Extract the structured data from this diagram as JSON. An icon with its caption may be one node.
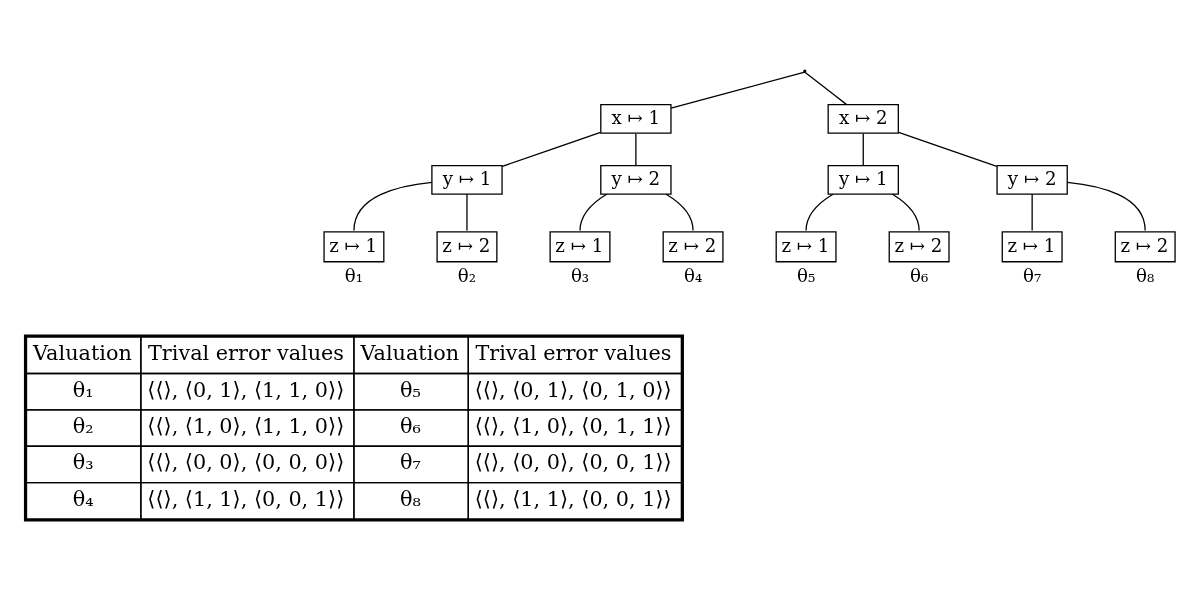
{
  "diagram": {
    "nodes": [
      {
        "text": [],
        "shape": "point"
      },
      {
        "text": [
          "x ↦ 1"
        ]
      },
      {
        "text": [
          "y ↦ 1"
        ]
      },
      {
        "text": [
          "z ↦ 1"
        ],
        "beside": [
          "θ₁"
        ]
      },
      {
        "text": [
          "z ↦ 2"
        ],
        "beside": [
          "θ₂"
        ]
      },
      {
        "text": [
          "y ↦ 2"
        ]
      },
      {
        "text": [
          "z ↦ 1"
        ],
        "beside": [
          "θ₃"
        ]
      },
      {
        "text": [
          "z ↦ 2"
        ],
        "beside": [
          "θ₄"
        ]
      },
      {
        "text": [
          "x ↦ 2"
        ]
      },
      {
        "text": [
          "y ↦ 1"
        ]
      },
      {
        "text": [
          "z ↦ 1"
        ],
        "beside": [
          "θ₅"
        ]
      },
      {
        "text": [
          "z ↦ 2"
        ],
        "beside": [
          "θ₆"
        ]
      },
      {
        "text": [
          "y ↦ 2"
        ]
      },
      {
        "text": [
          "z ↦ 1"
        ],
        "beside": [
          "θ₇"
        ]
      },
      {
        "text": [
          "z ↦ 2"
        ],
        "beside": [
          "θ₈"
        ]
      }
    ],
    "edges": [
      {
        "from": 0,
        "to": 1,
        "arrow": "none"
      },
      {
        "from": 0,
        "to": 8,
        "arrow": "none"
      },
      {
        "from": 1,
        "to": 2,
        "arrow": "none"
      },
      {
        "from": 1,
        "to": 5,
        "arrow": "none"
      },
      {
        "from": 2,
        "to": 3,
        "arrow": "none"
      },
      {
        "from": 2,
        "to": 4,
        "arrow": "none"
      },
      {
        "from": 5,
        "to": 6,
        "arrow": "none"
      },
      {
        "from": 5,
        "to": 7,
        "arrow": "none"
      },
      {
        "from": 8,
        "to": 9,
        "arrow": "none"
      },
      {
        "from": 8,
        "to": 12,
        "arrow": "none"
      },
      {
        "from": 9,
        "to": 10,
        "arrow": "none"
      },
      {
        "from": 9,
        "to": 11,
        "arrow": "none"
      },
      {
        "from": 12,
        "to": 13,
        "arrow": "none"
      },
      {
        "from": 12,
        "to": 14,
        "arrow": "none"
      }
    ],
    "labels": [
      "Valuation",
      "Trival error values",
      "Valuation",
      "Trival error values",
      "θ₁",
      "⟨⟨⟩, ⟨0, 1⟩, ⟨1, 1, 0⟩⟩",
      "θ₅",
      "⟨⟨⟩, ⟨0, 1⟩, ⟨0, 1, 0⟩⟩",
      "θ₂",
      "⟨⟨⟩, ⟨1, 0⟩, ⟨1, 1, 0⟩⟩",
      "θ₆",
      "⟨⟨⟩, ⟨1, 0⟩, ⟨0, 1, 1⟩⟩",
      "θ₃",
      "⟨⟨⟩, ⟨0, 0⟩, ⟨0, 0, 0⟩⟩",
      "θ₇",
      "⟨⟨⟩, ⟨0, 0⟩, ⟨0, 0, 1⟩⟩",
      "θ₄",
      "⟨⟨⟩, ⟨1, 1⟩, ⟨0, 0, 1⟩⟩",
      "θ₈",
      "⟨⟨⟩, ⟨1, 1⟩, ⟨0, 0, 1⟩⟩"
    ]
  }
}
